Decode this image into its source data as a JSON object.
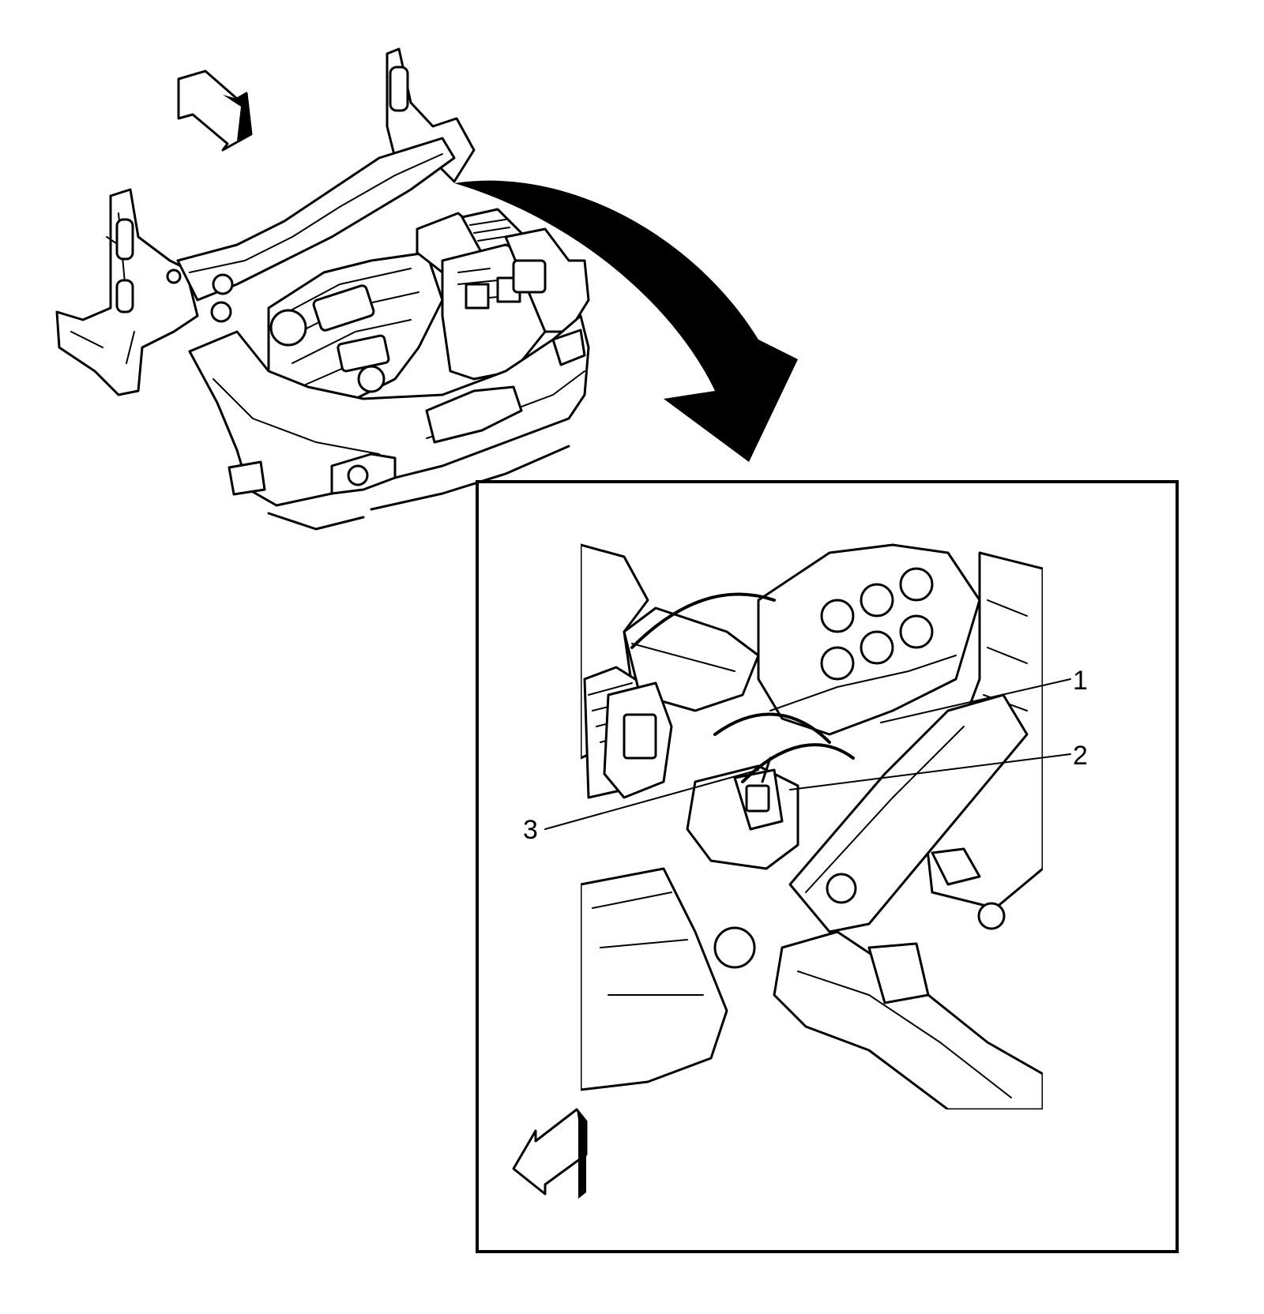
{
  "callouts": [
    {
      "id": "1",
      "label": "1"
    },
    {
      "id": "2",
      "label": "2"
    },
    {
      "id": "3",
      "label": "3"
    }
  ],
  "colors": {
    "ink": "#000000",
    "paper": "#ffffff"
  },
  "icons": [
    "direction-arrow-icon",
    "zoom-arrow-icon",
    "direction-arrow-icon"
  ]
}
